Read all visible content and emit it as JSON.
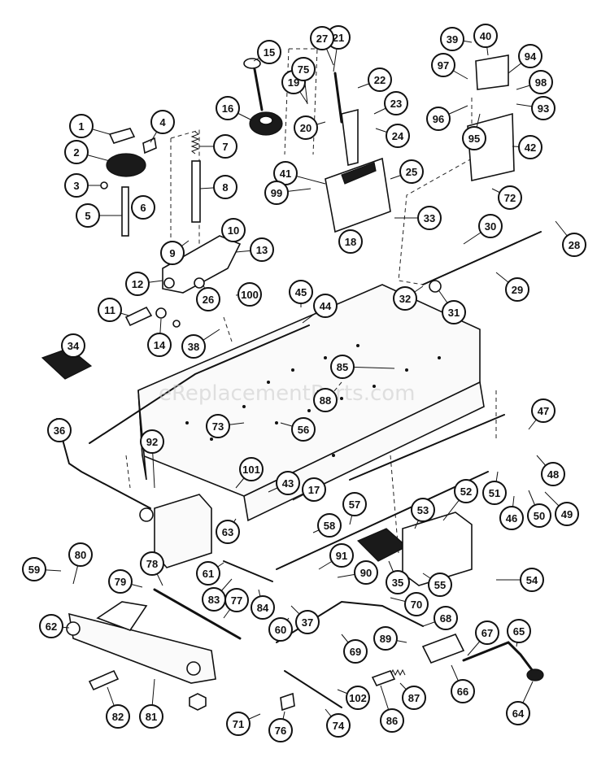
{
  "watermark": "eReplacementParts.com",
  "callouts": [
    "1",
    "2",
    "3",
    "4",
    "5",
    "6",
    "7",
    "8",
    "9",
    "10",
    "11",
    "12",
    "13",
    "14",
    "15",
    "16",
    "17",
    "18",
    "19",
    "20",
    "21",
    "22",
    "23",
    "24",
    "25",
    "26",
    "27",
    "28",
    "29",
    "30",
    "31",
    "32",
    "33",
    "34",
    "35",
    "36",
    "37",
    "38",
    "39",
    "40",
    "41",
    "42",
    "43",
    "44",
    "45",
    "46",
    "47",
    "48",
    "49",
    "50",
    "51",
    "52",
    "53",
    "54",
    "55",
    "56",
    "57",
    "58",
    "59",
    "60",
    "61",
    "62",
    "63",
    "64",
    "65",
    "66",
    "67",
    "68",
    "69",
    "70",
    "71",
    "72",
    "73",
    "74",
    "75",
    "76",
    "77",
    "78",
    "79",
    "80",
    "81",
    "82",
    "83",
    "84",
    "85",
    "86",
    "87",
    "88",
    "89",
    "90",
    "91",
    "92",
    "93",
    "94",
    "95",
    "96",
    "97",
    "98",
    "99",
    "100",
    "101",
    "102"
  ]
}
